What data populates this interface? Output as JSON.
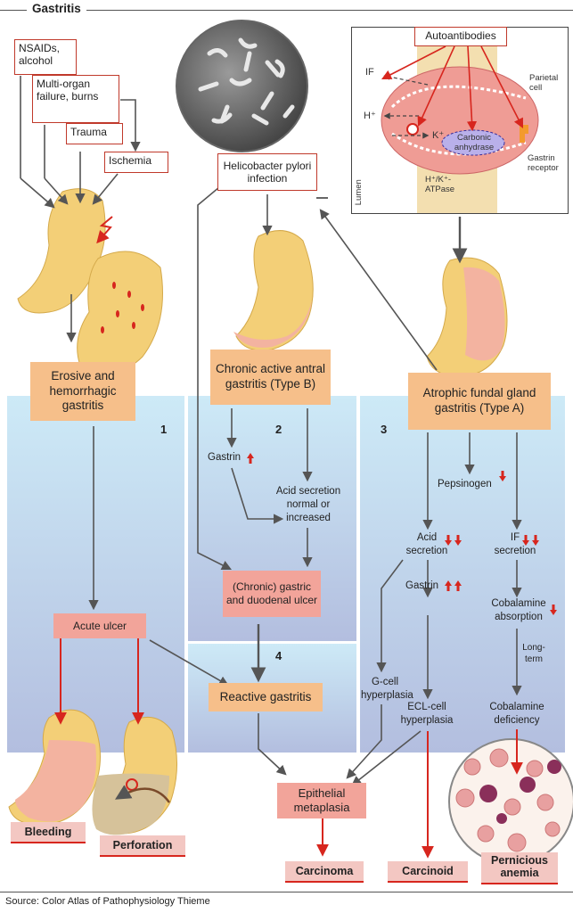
{
  "title": "Gastritis",
  "source": "Source: Color Atlas of Pathophysiology Thieme",
  "causes": {
    "nsaids": "NSAIDs, alcohol",
    "multi_organ": "Multi-organ failure, burns",
    "trauma": "Trauma",
    "ischemia": "Ischemia"
  },
  "h_pylori": "Helicobacter pylori infection",
  "autoantibodies": "Autoantibodies",
  "cell_labels": {
    "if": "IF",
    "h": "H⁺",
    "k": "K⁺",
    "parietal_cell": "Parietal cell",
    "carbonic_anhydrase": "Carbonic anhydrase",
    "gastrin_receptor": "Gastrin receptor",
    "h_k_atpase": "H⁺/K⁺-ATPase",
    "lumen": "Lumen"
  },
  "types": {
    "erosive": "Erosive and hemorrhagic gastritis",
    "chronic_antral": "Chronic active antral gastritis (Type B)",
    "atrophic": "Atrophic fundal gland gastritis (Type A)"
  },
  "section_numbers": [
    "1",
    "2",
    "3",
    "4"
  ],
  "col2": {
    "gastrin": "Gastrin",
    "acid_secretion": "Acid secretion normal or increased",
    "ulcer": "(Chronic) gastric and duodenal ulcer"
  },
  "col3": {
    "pepsinogen": "Pepsinogen",
    "acid_secretion": "Acid secretion",
    "if_secretion": "IF secretion",
    "gastrin": "Gastrin",
    "cobalamine_absorption": "Cobalamine absorption",
    "g_cell": "G-cell hyperplasia",
    "long_term": "Long-term",
    "ecl_cell": "ECL-cell hyperplasia",
    "cobalamine_deficiency": "Cobalamine deficiency"
  },
  "acute_ulcer": "Acute ulcer",
  "reactive_gastritis": "Reactive gastritis",
  "epithelial_metaplasia": "Epithelial metaplasia",
  "outcomes": {
    "bleeding": "Bleeding",
    "perforation": "Perforation",
    "carcinoma": "Carcinoma",
    "carcinoid": "Carcinoid",
    "pernicious_anemia": "Pernicious anemia"
  },
  "colors": {
    "orange_box": "#f6bf8a",
    "pink_box": "#f2a49a",
    "red_arrow": "#d7261e",
    "panel_top": "#cdeaf7",
    "panel_bottom": "#b3bedf",
    "stomach": "#f3cf77"
  }
}
